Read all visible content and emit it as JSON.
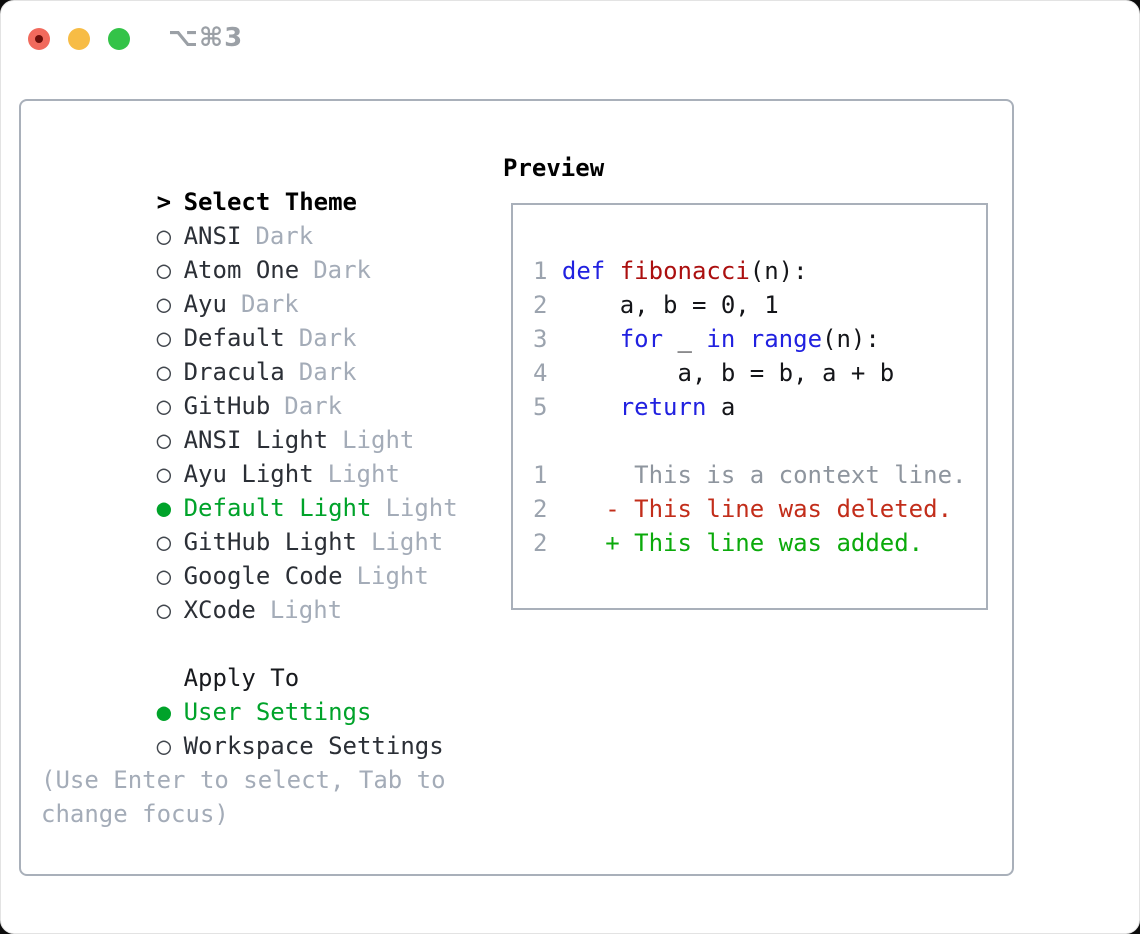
{
  "window": {
    "title": "⌥⌘3"
  },
  "colors": {
    "selected_green": "#00a32a",
    "added_green": "#0baa0b",
    "deleted_red": "#c22d1a",
    "keyword_blue": "#2121e0",
    "function_red": "#ab0f0f",
    "muted_gray": "#a4acb8",
    "line_number_gray": "#9ba3ae",
    "border_gray": "#a9b0ba",
    "traffic_red": "#f16a5d",
    "traffic_yellow": "#f7bc45",
    "traffic_green": "#33c348"
  },
  "picker": {
    "prompt": ">",
    "title": "Select Theme",
    "themes": [
      {
        "bullet": "○",
        "name": "ANSI",
        "variant": "Dark",
        "selected": false
      },
      {
        "bullet": "○",
        "name": "Atom One",
        "variant": "Dark",
        "selected": false
      },
      {
        "bullet": "○",
        "name": "Ayu",
        "variant": "Dark",
        "selected": false
      },
      {
        "bullet": "○",
        "name": "Default",
        "variant": "Dark",
        "selected": false
      },
      {
        "bullet": "○",
        "name": "Dracula",
        "variant": "Dark",
        "selected": false
      },
      {
        "bullet": "○",
        "name": "GitHub",
        "variant": "Dark",
        "selected": false
      },
      {
        "bullet": "○",
        "name": "ANSI Light",
        "variant": "Light",
        "selected": false
      },
      {
        "bullet": "○",
        "name": "Ayu Light",
        "variant": "Light",
        "selected": false
      },
      {
        "bullet": "●",
        "name": "Default Light",
        "variant": "Light",
        "selected": true
      },
      {
        "bullet": "○",
        "name": "GitHub Light",
        "variant": "Light",
        "selected": false
      },
      {
        "bullet": "○",
        "name": "Google Code",
        "variant": "Light",
        "selected": false
      },
      {
        "bullet": "○",
        "name": "XCode",
        "variant": "Light",
        "selected": false
      }
    ],
    "apply_to": {
      "title": "Apply To",
      "options": [
        {
          "bullet": "●",
          "name": "User Settings",
          "selected": true
        },
        {
          "bullet": "○",
          "name": "Workspace Settings",
          "selected": false
        }
      ]
    },
    "help": "(Use Enter to select, Tab to change focus)"
  },
  "preview": {
    "label": "Preview",
    "code": [
      {
        "num": "1",
        "segs": [
          {
            "t": " ",
            "c": "pl"
          },
          {
            "t": "def",
            "c": "kw"
          },
          {
            "t": " ",
            "c": "pl"
          },
          {
            "t": "fibonacci",
            "c": "fn"
          },
          {
            "t": "(n):",
            "c": "pl"
          }
        ]
      },
      {
        "num": "2",
        "segs": [
          {
            "t": "     a, b = 0, 1",
            "c": "pl"
          }
        ]
      },
      {
        "num": "3",
        "segs": [
          {
            "t": "     ",
            "c": "pl"
          },
          {
            "t": "for",
            "c": "kw"
          },
          {
            "t": " _ ",
            "c": "pl"
          },
          {
            "t": "in",
            "c": "kw"
          },
          {
            "t": " ",
            "c": "pl"
          },
          {
            "t": "range",
            "c": "kw"
          },
          {
            "t": "(n):",
            "c": "pl"
          }
        ]
      },
      {
        "num": "4",
        "segs": [
          {
            "t": "         a, b = b, a + b",
            "c": "pl"
          }
        ]
      },
      {
        "num": "5",
        "segs": [
          {
            "t": "     ",
            "c": "pl"
          },
          {
            "t": "return",
            "c": "kw"
          },
          {
            "t": " a",
            "c": "pl"
          }
        ]
      }
    ],
    "diff": [
      {
        "num": "1",
        "segs": [
          {
            "t": "      This is a context line.",
            "c": "ctx"
          }
        ]
      },
      {
        "num": "2",
        "segs": [
          {
            "t": "    - This line was deleted.",
            "c": "del"
          }
        ]
      },
      {
        "num": "2",
        "segs": [
          {
            "t": "    + This line was added.",
            "c": "add"
          }
        ]
      }
    ]
  }
}
